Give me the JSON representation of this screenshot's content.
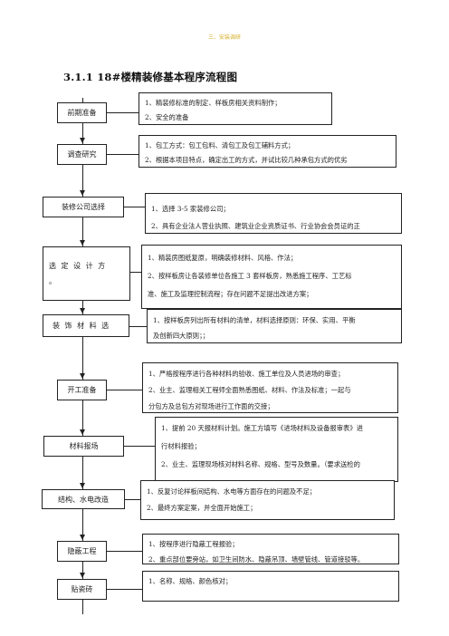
{
  "header": {
    "text": "三、安装调研"
  },
  "title": "3.1.1   18#楼精装修基本程序流程图",
  "steps": [
    {
      "label": "前期准备"
    },
    {
      "label": "调查研究"
    },
    {
      "label": "装修公司选择"
    },
    {
      "label": "选 定 设 计 方",
      "cont": "。"
    },
    {
      "label": "装 饰 材 料 选"
    },
    {
      "label": "开工准备"
    },
    {
      "label": "材料报场"
    },
    {
      "label": "结构、水电改造"
    },
    {
      "label": "隐蔽工程"
    },
    {
      "label": "贴瓷砖"
    }
  ],
  "descs": [
    {
      "lines": [
        "1、精装修标准的制定、样板房相关资料制作；",
        "2、安全的准备"
      ]
    },
    {
      "lines": [
        "1、包工方式：包工包料、清包工及包工辅料方式；",
        "2、根据本项目特点，确定出工的方式，并试比较几种承包方式的优劣"
      ]
    },
    {
      "lines": [
        "1、选择 3-5 家装修公司；",
        "2、具有企业法人营业执照、建筑业企业资质证书、行业协会会员证的正"
      ]
    },
    {
      "lines": [
        "1、精装房图纸复原，明确装修材料、风格、作法；",
        "2、按样板房让各装修单位各施工 3 套样板房，熟悉施工程序、工艺标",
        "准、施工及监理控制流程；存在问题不足提出改进方案；"
      ]
    },
    {
      "lines": [
        "1、按样板房列出所有材料的清单，材料选择原则：环保、实用、平衡",
        "及创新四大原则；；"
      ]
    },
    {
      "lines": [
        "1、严格按程序进行各种材料的验收、施工单位及人员进场的审查；",
        "2、业主、监理相关工程师全面熟悉图纸、材料、作法及标准；一起与",
        "分包方及总包方对现场进行工作面的交接；"
      ]
    },
    {
      "lines": [
        "1、提前 20 天报材料计划。施工方填写《进场材料及设备报审表》进",
        "行材料报验；",
        "2、业主、监理现场核对材料名称、规格、型号及数量。（要求送检的"
      ]
    },
    {
      "lines": [
        "1、反复讨论样板间结构、水电等方面存在的问题及不足；",
        "2、最终方案定案，并全面开始施工；"
      ]
    },
    {
      "lines": [
        "1、按程序进行隐蔽工程报验；",
        "2、重点部位要旁站，如卫生间防水、隐蔽吊顶、墙壁管线、管道接驳等。"
      ]
    },
    {
      "lines": [
        "1、名称、规格、颜色核对；"
      ]
    }
  ]
}
